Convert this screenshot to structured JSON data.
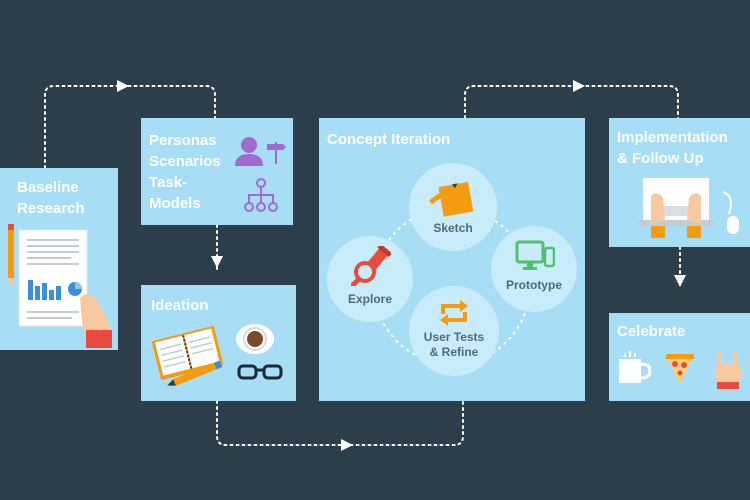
{
  "stages": {
    "baseline": {
      "title_line1": "Baseline",
      "title_line2": "Research"
    },
    "personas": {
      "line1": "Personas",
      "line2": "Scenarios",
      "line3": "Task-",
      "line4": "Models"
    },
    "ideation": {
      "title": "Ideation"
    },
    "concept": {
      "title": "Concept Iteration"
    },
    "implementation": {
      "title_line1": "Implementation",
      "title_line2": "& Follow Up"
    },
    "celebrate": {
      "title": "Celebrate"
    }
  },
  "concept_nodes": {
    "sketch": {
      "label": "Sketch"
    },
    "explore": {
      "label": "Explore"
    },
    "prototype": {
      "label": "Prototype"
    },
    "user_tests": {
      "label_line1": "User Tests",
      "label_line2": "& Refine"
    }
  },
  "colors": {
    "background": "#2c3e4a",
    "card": "#a7def5",
    "card_title": "#ffffff",
    "node": "#c9ecfa",
    "node_label": "#4d6b7c",
    "connector": "#ffffff",
    "accent_orange": "#f39c12",
    "accent_purple": "#a16ad1",
    "accent_green": "#4fc16e",
    "accent_red": "#e74c3c"
  },
  "icons": [
    "document-chart-icon",
    "pencil-icon",
    "hand-icon",
    "person-icon",
    "signpost-icon",
    "hierarchy-icon",
    "notebook-icon",
    "coffee-cup-icon",
    "glasses-icon",
    "sticky-note-icon",
    "magnifier-flashlight-icon",
    "monitor-phone-icon",
    "refresh-arrows-icon",
    "laptop-icon",
    "mouse-icon",
    "mug-icon",
    "pizza-slice-icon",
    "rock-hand-icon"
  ]
}
